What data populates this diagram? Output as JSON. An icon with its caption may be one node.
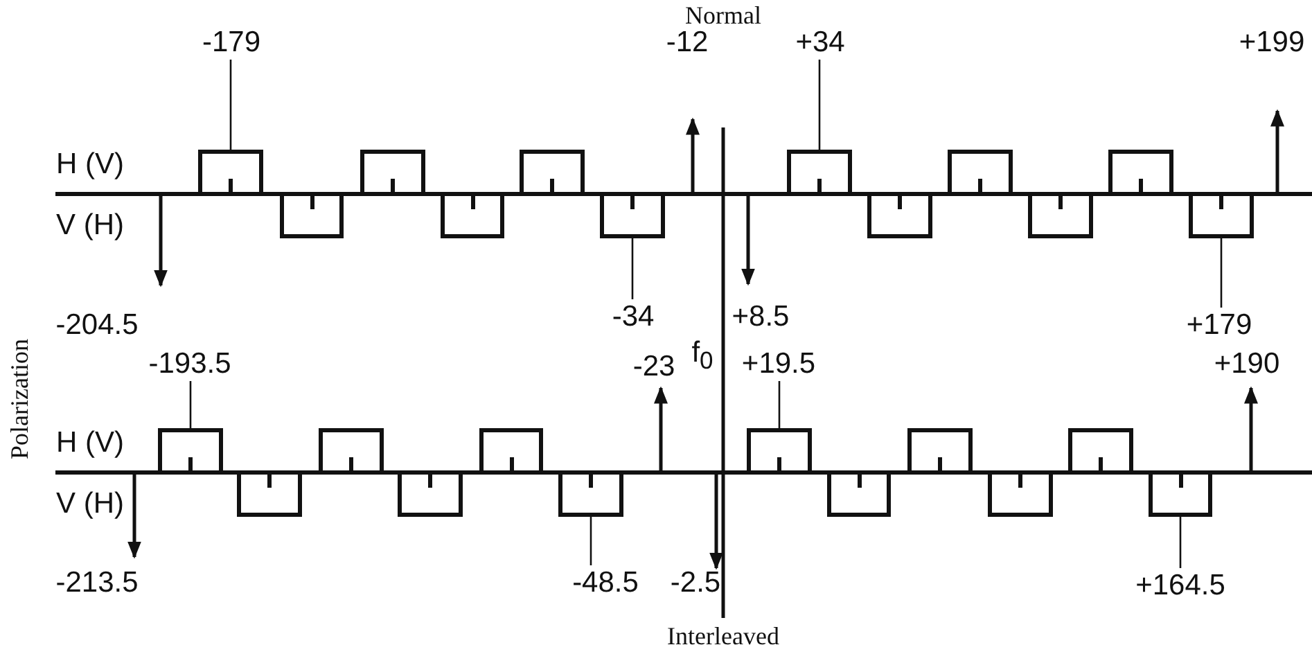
{
  "diagram": {
    "nodes": [
      {
        "text": [
          "-179"
        ]
      },
      {
        "text": [
          "+34"
        ]
      },
      {
        "text": [],
        "shape": "box"
      },
      {
        "text": [],
        "shape": "box"
      },
      {
        "text": [],
        "shape": "box"
      },
      {
        "text": [],
        "shape": "box"
      },
      {
        "text": [],
        "shape": "box"
      },
      {
        "text": [],
        "shape": "box"
      },
      {
        "text": [],
        "shape": "box"
      },
      {
        "text": [],
        "shape": "box"
      },
      {
        "text": [],
        "shape": "box"
      },
      {
        "text": [],
        "shape": "box"
      },
      {
        "text": [],
        "shape": "box"
      },
      {
        "text": [],
        "shape": "box"
      },
      {
        "text": [
          "-34"
        ]
      },
      {
        "text": [
          "+179"
        ]
      },
      {
        "text": [
          "-193.5"
        ]
      },
      {
        "text": [
          "+19.5"
        ]
      },
      {
        "text": [],
        "shape": "box"
      },
      {
        "text": [],
        "shape": "box"
      },
      {
        "text": [],
        "shape": "box"
      },
      {
        "text": [],
        "shape": "box"
      },
      {
        "text": [],
        "shape": "box"
      },
      {
        "text": [],
        "shape": "box"
      },
      {
        "text": [],
        "shape": "box"
      },
      {
        "text": [],
        "shape": "box"
      },
      {
        "text": [],
        "shape": "box"
      },
      {
        "text": [],
        "shape": "box"
      },
      {
        "text": [],
        "shape": "box"
      },
      {
        "text": [],
        "shape": "box"
      },
      {
        "text": [
          "-48.5"
        ]
      },
      {
        "text": [
          "+164.5"
        ]
      }
    ],
    "edges": [
      {
        "from": 0,
        "to": 2,
        "arrow": "none"
      },
      {
        "from": 1,
        "to": 8,
        "arrow": "none"
      },
      {
        "from": 14,
        "to": 7,
        "arrow": "none"
      },
      {
        "from": 15,
        "to": 13,
        "arrow": "none"
      },
      {
        "from": 16,
        "to": 18,
        "arrow": "none"
      },
      {
        "from": 17,
        "to": 24,
        "arrow": "none"
      },
      {
        "from": 30,
        "to": 23,
        "arrow": "none"
      },
      {
        "from": 31,
        "to": 29,
        "arrow": "none"
      }
    ],
    "labels": [
      "Normal",
      "-12",
      "+199",
      "H (V)",
      "V (H)",
      "Polarization",
      "-204.5",
      "+8.5",
      "-23",
      "f$_{0}$",
      "+190",
      "H (V)",
      "V (H)",
      "-213.5",
      "-2.5",
      "Interleaved"
    ]
  }
}
